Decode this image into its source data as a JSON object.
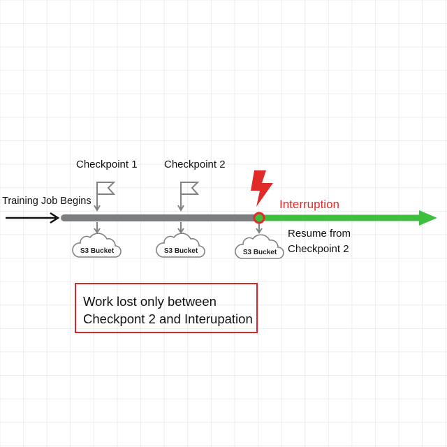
{
  "start_label": "Training Job Begins",
  "checkpoints": [
    {
      "label": "Checkpoint 1",
      "storage": "S3 Bucket"
    },
    {
      "label": "Checkpoint 2",
      "storage": "S3 Bucket"
    }
  ],
  "interruption": {
    "label": "Interruption",
    "storage": "S3 Bucket"
  },
  "resume_label_line1": "Resume from",
  "resume_label_line2": "Checkpoint 2",
  "note": {
    "line1": "Work lost only between",
    "line2": "Checkpont 2 and Interupation"
  },
  "colors": {
    "timeline_progress": "#7b7e81",
    "timeline_resume": "#3fbf3f",
    "interruption": "#e02a2a",
    "icon_gray": "#808385",
    "note_border": "#d9262b"
  }
}
